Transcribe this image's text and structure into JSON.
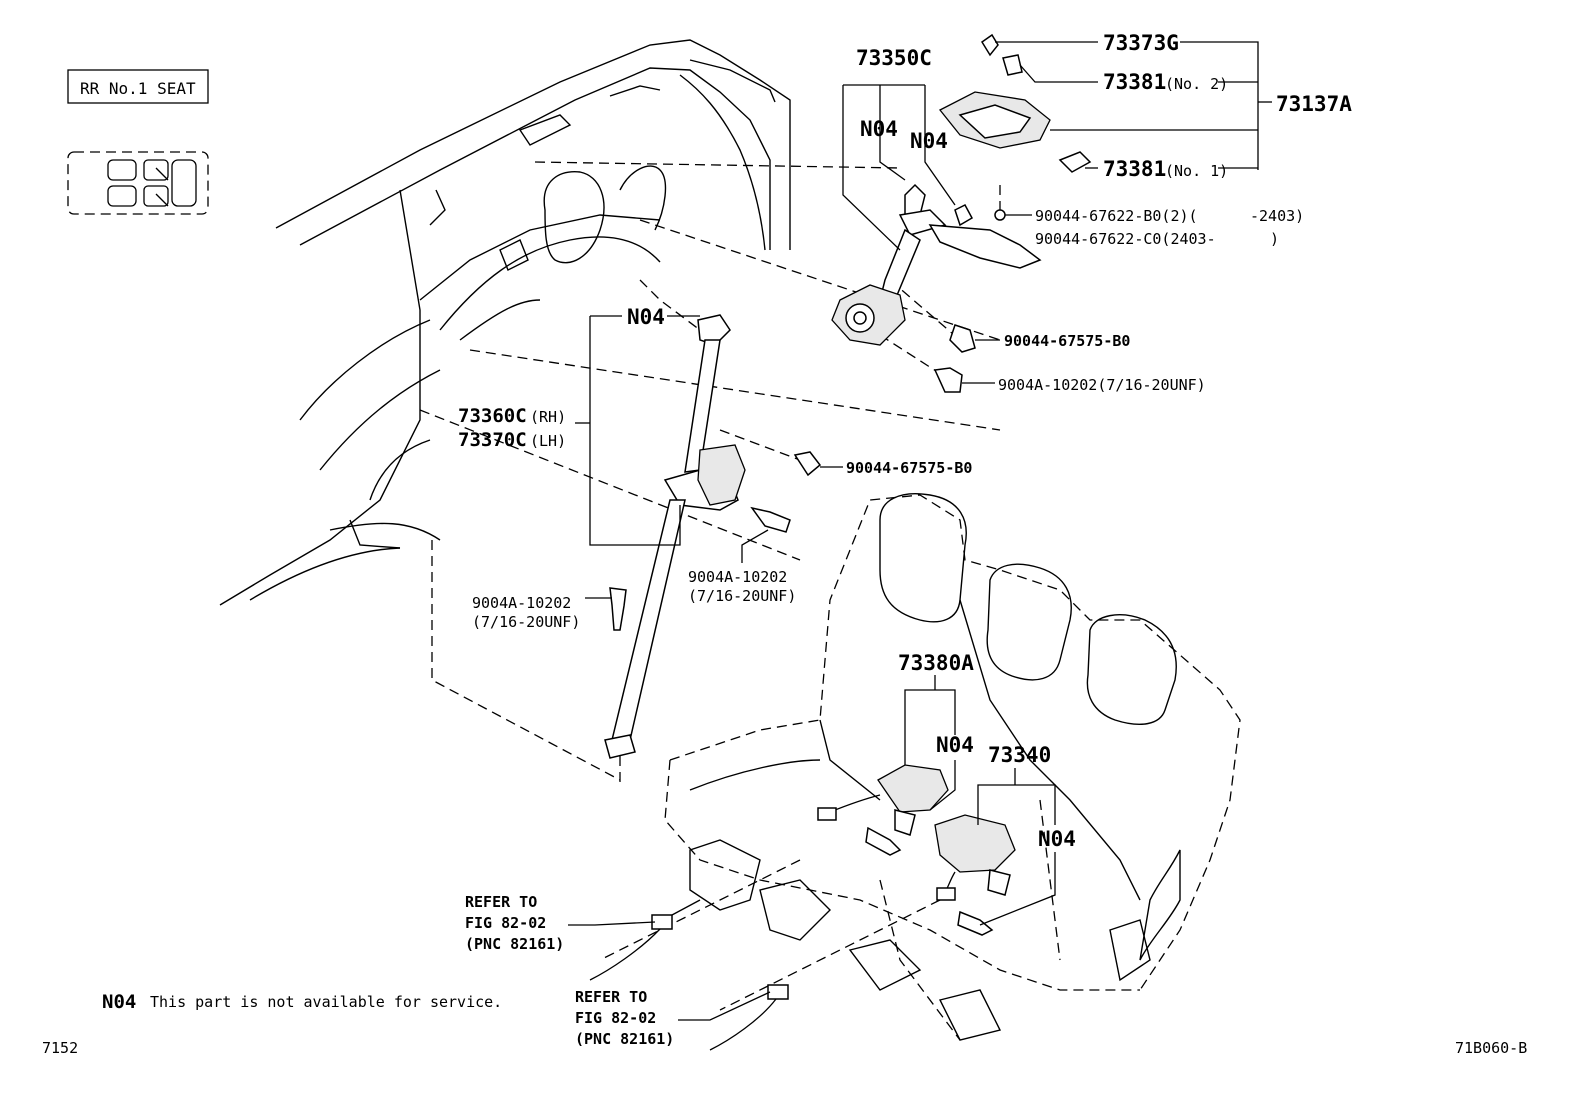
{
  "seat_box": {
    "label": "RR No.1 SEAT"
  },
  "labels": {
    "p73350C": "73350C",
    "p73373G": "73373G",
    "p73381_no2": "73381",
    "p73381_no2_suffix": "(No. 2)",
    "p73137A": "73137A",
    "p73381_no1": "73381",
    "p73381_no1_suffix": "(No. 1)",
    "n04_a": "N04",
    "n04_b": "N04",
    "n04_c": "N04",
    "n04_d": "N04",
    "n04_e": "N04",
    "bolt_b0_2": "90044-67622-B0(2)(",
    "bolt_b0_2_range": "-2403)",
    "bolt_c0": "90044-67622-C0(2403-",
    "bolt_c0_close": ")",
    "bolt_67575_a": "90044-67575-B0",
    "bolt_10202_a": "9004A-10202(7/16-20UNF)",
    "p73360C": "73360C",
    "p73360C_suffix": "(RH)",
    "p73370C": "73370C",
    "p73370C_suffix": "(LH)",
    "bolt_67575_b": "90044-67575-B0",
    "bolt_10202_b_1": "9004A-10202",
    "bolt_10202_b_2": "(7/16-20UNF)",
    "bolt_10202_c_1": "9004A-10202",
    "bolt_10202_c_2": "(7/16-20UNF)",
    "p73380A": "73380A",
    "p73340": "73340",
    "refer1_l1": "REFER TO",
    "refer1_l2": "FIG 82-02",
    "refer1_l3": "(PNC 82161)",
    "refer2_l1": "REFER TO",
    "refer2_l2": "FIG 82-02",
    "refer2_l3": "(PNC 82161)"
  },
  "footnote": {
    "code": "N04",
    "text": "This part is not available for service."
  },
  "footer": {
    "left_code": "7152",
    "right_code": "71B060-B"
  }
}
